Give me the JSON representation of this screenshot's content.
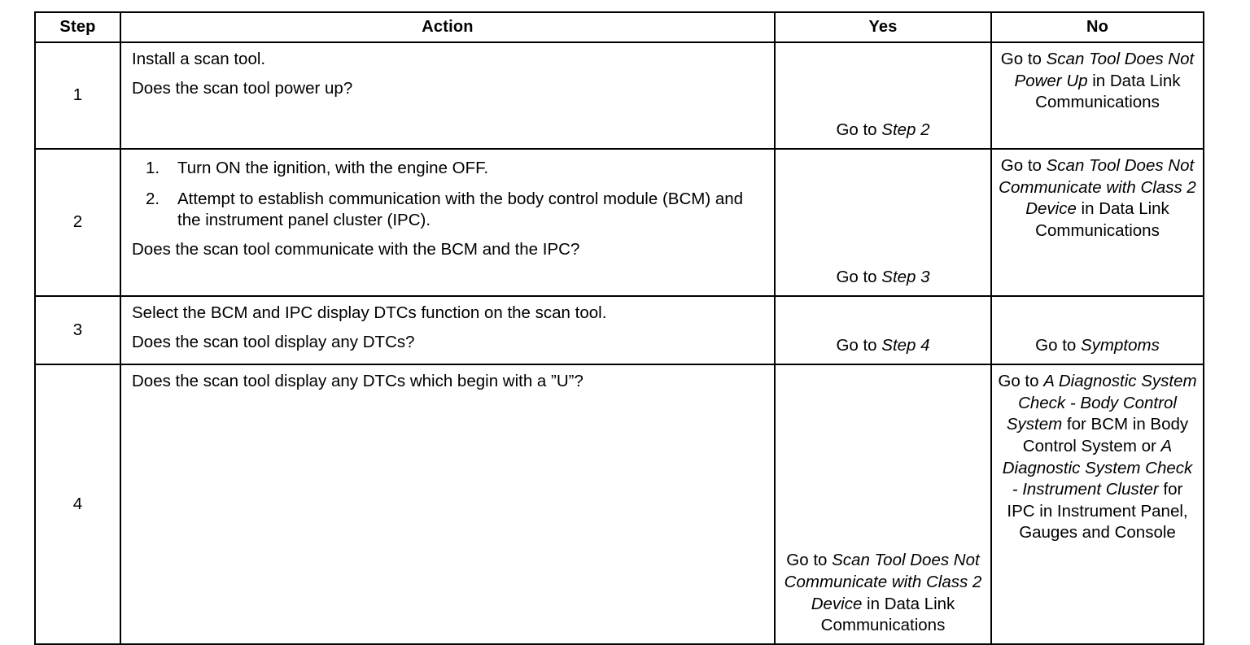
{
  "table": {
    "headers": {
      "step": "Step",
      "action": "Action",
      "yes": "Yes",
      "no": "No"
    },
    "rows": [
      {
        "step": "1",
        "action": {
          "lines": [
            "Install a scan tool.",
            "Does the scan tool power up?"
          ],
          "list": []
        },
        "yes": {
          "prefix": "Go to ",
          "italic": "Step 2",
          "suffix": ""
        },
        "no": {
          "prefix": "Go to ",
          "italic": "Scan Tool Does Not Power Up",
          "suffix": " in Data Link Communications"
        }
      },
      {
        "step": "2",
        "action": {
          "lines": [
            "Does the scan tool communicate with the BCM and the IPC?"
          ],
          "list": [
            "Turn ON the ignition, with the engine OFF.",
            "Attempt to establish communication with the body control module (BCM) and the instrument panel cluster (IPC)."
          ]
        },
        "yes": {
          "prefix": "Go to ",
          "italic": "Step 3",
          "suffix": ""
        },
        "no": {
          "prefix": "Go to ",
          "italic": "Scan Tool Does Not Communicate with Class 2 Device",
          "suffix": " in Data Link Communications"
        }
      },
      {
        "step": "3",
        "action": {
          "lines": [
            "Select the BCM and IPC display DTCs function on the scan tool.",
            "Does the scan tool display any DTCs?"
          ],
          "list": []
        },
        "yes": {
          "prefix": "Go to ",
          "italic": "Step 4",
          "suffix": ""
        },
        "no": {
          "prefix": "Go to ",
          "italic": "Symptoms",
          "suffix": ""
        }
      },
      {
        "step": "4",
        "action": {
          "lines": [
            "Does the scan tool display any DTCs which begin with a ”U”?"
          ],
          "list": []
        },
        "yes": {
          "prefix": "Go to ",
          "italic": "Scan Tool Does Not Communicate with Class 2 Device",
          "suffix": " in Data Link Communications"
        },
        "no": {
          "prefix": "Go to ",
          "italic": "A Diagnostic System Check - Body Control System",
          "suffix": " for BCM in Body Control System or ",
          "italic2": "A Diagnostic System Check - Instrument Cluster",
          "suffix2": " for IPC in Instrument Panel, Gauges and Console"
        }
      }
    ]
  }
}
